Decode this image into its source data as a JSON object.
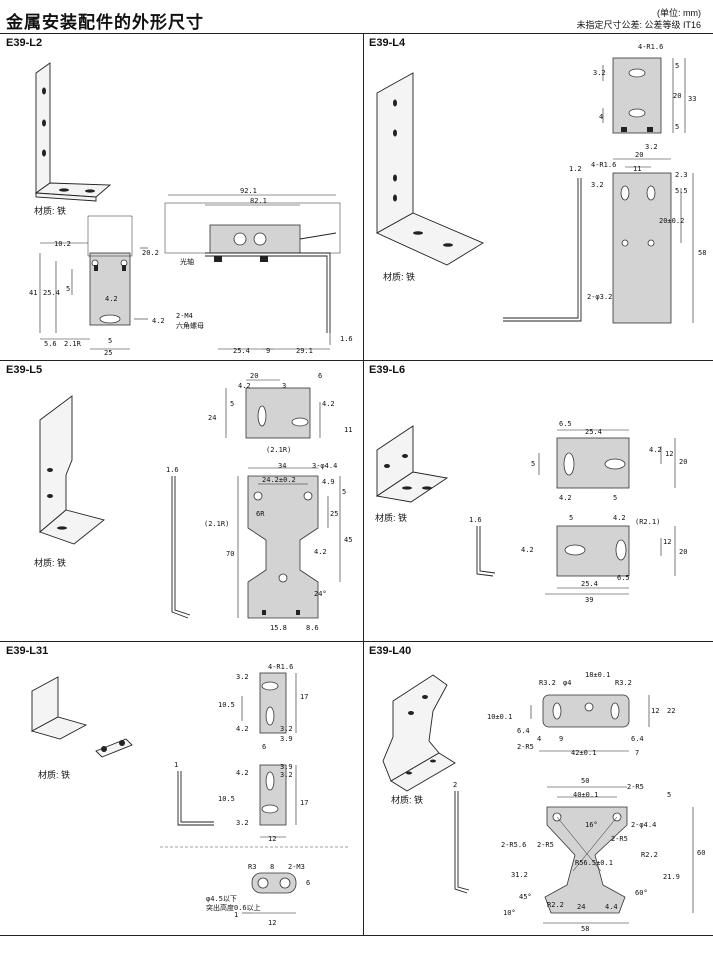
{
  "page": {
    "title": "金属安装配件的外形尺寸",
    "unit_line1": "(单位: mm)",
    "unit_line2": "未指定尺寸公差: 公差等级 IT16"
  },
  "panels": [
    {
      "name": "E39-L2",
      "material": "材质: 铁",
      "labels": [
        "92.1",
        "82.1",
        "10.2",
        "20.2",
        "41",
        "25.4",
        "5",
        "4.2",
        "4.2",
        "5.6",
        "2.1R",
        "5",
        "25",
        "光轴",
        "2-M4",
        "六角螺母",
        "25.4",
        "9",
        "29.1",
        "1.6"
      ]
    },
    {
      "name": "E39-L4",
      "material": "材质: 铁",
      "labels": [
        "4-R1.6",
        "3.2",
        "5",
        "20",
        "33",
        "4",
        "5",
        "3.2",
        "1.2",
        "20",
        "4-R1.6",
        "11",
        "2.3",
        "3.2",
        "5.5",
        "20±0.2",
        "58",
        "2-φ3.2"
      ]
    },
    {
      "name": "E39-L5",
      "material": "材质: 铁",
      "labels": [
        "20",
        "6",
        "4.2",
        "3",
        "5",
        "4.2",
        "24",
        "11",
        "(2.1R)",
        "34",
        "3-φ4.4",
        "1.6",
        "24.2±0.2",
        "4.9",
        "5",
        "(2.1R)",
        "6R",
        "25",
        "70",
        "45",
        "4.2",
        "24°",
        "15.8",
        "8.6"
      ]
    },
    {
      "name": "E39-L6",
      "material": "材质: 铁",
      "labels": [
        "6.5",
        "25.4",
        "4.2",
        "5",
        "12",
        "20",
        "4.2",
        "5",
        "1.6",
        "5",
        "4.2",
        "(R2.1)",
        "4.2",
        "12",
        "20",
        "25.4",
        "6.5",
        "39"
      ]
    },
    {
      "name": "E39-L31",
      "material": "材质: 铁",
      "labels": [
        "4-R1.6",
        "3.2",
        "10.5",
        "17",
        "4.2",
        "3.2",
        "3.9",
        "6",
        "1",
        "4.2",
        "3.9",
        "3.2",
        "10.5",
        "17",
        "3.2",
        "12",
        "R3",
        "8",
        "2-M3",
        "6",
        "φ4.5以下",
        "突出高度0.6以上",
        "1",
        "12"
      ]
    },
    {
      "name": "E39-L40",
      "material": "材质: 铁",
      "labels": [
        "R3.2",
        "φ4",
        "18±0.1",
        "R3.2",
        "10±0.1",
        "12",
        "22",
        "6.4",
        "4",
        "9",
        "6.4",
        "2-R5",
        "42±0.1",
        "7",
        "50",
        "2-R5",
        "40±0.1",
        "5",
        "2",
        "2-φ4.4",
        "16°",
        "2-R5.6",
        "2-R5",
        "2-R5",
        "R2.2",
        "60",
        "R56.5±0.1",
        "31.2",
        "21.9",
        "60°",
        "45°",
        "R2.2",
        "24",
        "4.4",
        "10°",
        "58"
      ]
    }
  ]
}
